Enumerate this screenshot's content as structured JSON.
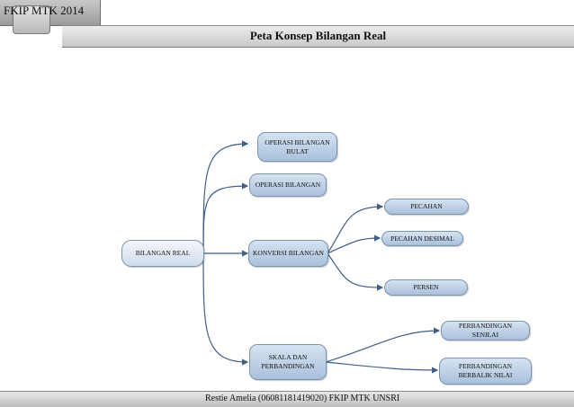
{
  "header": {
    "tab_label": "FKIP MTK 2014",
    "title": "Peta Konsep Bilangan Real"
  },
  "nodes": {
    "root": "BILANGAN REAL",
    "operasi_bulat": "OPERASI BILANGAN BULAT",
    "operasi": "OPERASI BILANGAN",
    "konversi": "KONVERSI BILANGAN",
    "pecahan": "PECAHAN",
    "pecahan_desimal": "PECAHAN DESIMAL",
    "persen": "PERSEN",
    "skala": "SKALA DAN PERBANDINGAN",
    "senilai": "PERBANDINGAN SENILAI",
    "berbalik": "PERBANDINGAN BERBALIK NILAI"
  },
  "footer": {
    "credit": "Restie Amelia (06081181419020) FKIP MTK UNSRI"
  },
  "colors": {
    "node_fill": "#bcd0e8",
    "node_border": "#7c93b2",
    "connector": "#3f5f86"
  }
}
